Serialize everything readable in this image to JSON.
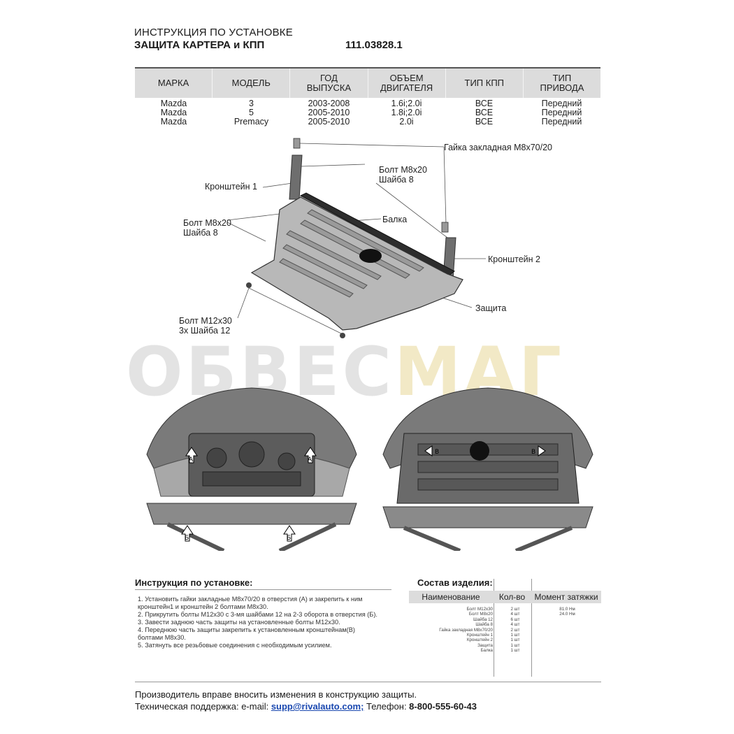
{
  "header": {
    "title_line1": "ИНСТРУКЦИЯ ПО УСТАНОВКЕ",
    "title_line2": "ЗАЩИТА КАРТЕРА и КПП",
    "doc_number": "111.03828.1"
  },
  "spec_table": {
    "columns": [
      [
        "МАРКА"
      ],
      [
        "МОДЕЛЬ"
      ],
      [
        "ГОД",
        "ВЫПУСКА"
      ],
      [
        "ОБЪЕМ",
        "ДВИГАТЕЛЯ"
      ],
      [
        "ТИП КПП"
      ],
      [
        "ТИП",
        "ПРИВОДА"
      ]
    ],
    "rows": [
      [
        "Mazda",
        "3",
        "2003-2008",
        "1.6i;2.0i",
        "ВСЕ",
        "Передний"
      ],
      [
        "Mazda",
        "5",
        "2005-2010",
        "1.8i;2.0i",
        "ВСЕ",
        "Передний"
      ],
      [
        "Mazda",
        "Premacy",
        "2005-2010",
        "2.0i",
        "ВСЕ",
        "Передний"
      ]
    ]
  },
  "diagram": {
    "labels": {
      "nut": "Гайка закладная М8х70/20",
      "bolt_top_1": "Болт М8х20",
      "bolt_top_2": "Шайба 8",
      "bracket1": "Кронштейн 1",
      "beam": "Балка",
      "bolt_left_1": "Болт М8х20",
      "bolt_left_2": "Шайба 8",
      "bracket2": "Кронштейн 2",
      "guard": "Защита",
      "bolt_bottom_1": "Болт М12х30",
      "bolt_bottom_2": "3х Шайба 12"
    }
  },
  "watermark": {
    "part1": "ОБВЕС",
    "part2": "МАГ"
  },
  "photos": {
    "markers": {
      "a": "А",
      "b": "Б",
      "v": "В"
    }
  },
  "instructions": {
    "title": "Инструкция по установке:",
    "steps": [
      "1. Установить гайки закладные М8х70/20 в отверстия (А) и закрепить к ним",
      "кронштейн1 и кронштейн 2 болтами М8х30.",
      "2. Прикрутить болты М12х30 с 3-мя шайбами 12 на 2-3 оборота в отверстия (Б).",
      "3. Завести заднюю часть защиты на установленные болты М12х30.",
      "4. Переднюю часть защиты закрепить к установленным кронштейнам(В)",
      "болтами М8х30.",
      "5. Затянуть все резьбовые соединения с необходимым усилием."
    ]
  },
  "parts": {
    "title": "Состав изделия:",
    "headers": [
      "Наименование",
      "Кол-во",
      "Момент затяжки"
    ],
    "rows": [
      [
        "Болт М12х30",
        "2 шт",
        "81.0 Нм"
      ],
      [
        "Болт М8х20",
        "4 шт",
        "24.0 Нм"
      ],
      [
        "Шайба 12",
        "6 шт",
        ""
      ],
      [
        "Шайба 8",
        "4 шт",
        ""
      ],
      [
        "Гайка закладная М8х70/20",
        "2 шт",
        ""
      ],
      [
        "Кронштейн 1",
        "1 шт",
        ""
      ],
      [
        "Кронштейн 2",
        "1 шт",
        ""
      ],
      [
        "Защита",
        "1 шт",
        ""
      ],
      [
        "Балка",
        "1 шт",
        ""
      ]
    ]
  },
  "footer": {
    "notice": "Производитель вправе вносить изменения в конструкцию защиты.",
    "support_label": "Техническая поддержка:  e-mail: ",
    "email": "supp@rivalauto.com;",
    "phone_label": " Телефон: ",
    "phone": "8-800-555-60-43"
  }
}
